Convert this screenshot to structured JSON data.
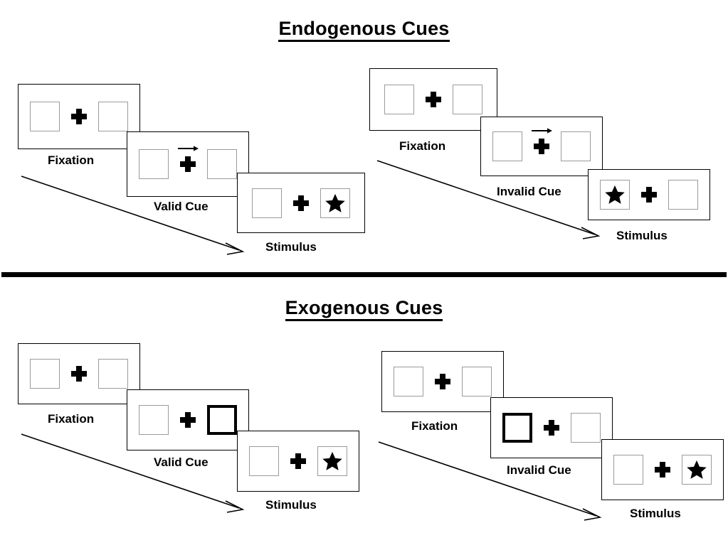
{
  "sections": [
    {
      "id": "endogenous",
      "title": "Endogenous Cues",
      "groups": [
        {
          "id": "endogenous-valid",
          "panels": [
            {
              "stage_label": "Fixation",
              "left_content": "empty",
              "right_content": "empty",
              "left_cued": false,
              "right_cued": false,
              "cue_arrow": "none"
            },
            {
              "stage_label": "Valid Cue",
              "left_content": "empty",
              "right_content": "empty",
              "left_cued": false,
              "right_cued": false,
              "cue_arrow": "right"
            },
            {
              "stage_label": "Stimulus",
              "left_content": "empty",
              "right_content": "star",
              "left_cued": false,
              "right_cued": false,
              "cue_arrow": "none"
            }
          ]
        },
        {
          "id": "endogenous-invalid",
          "panels": [
            {
              "stage_label": "Fixation",
              "left_content": "empty",
              "right_content": "empty",
              "left_cued": false,
              "right_cued": false,
              "cue_arrow": "none"
            },
            {
              "stage_label": "Invalid Cue",
              "left_content": "empty",
              "right_content": "empty",
              "left_cued": false,
              "right_cued": false,
              "cue_arrow": "right"
            },
            {
              "stage_label": "Stimulus",
              "left_content": "star",
              "right_content": "empty",
              "left_cued": false,
              "right_cued": false,
              "cue_arrow": "none"
            }
          ]
        }
      ]
    },
    {
      "id": "exogenous",
      "title": "Exogenous Cues",
      "groups": [
        {
          "id": "exogenous-valid",
          "panels": [
            {
              "stage_label": "Fixation",
              "left_content": "empty",
              "right_content": "empty",
              "left_cued": false,
              "right_cued": false,
              "cue_arrow": "none"
            },
            {
              "stage_label": "Valid Cue",
              "left_content": "empty",
              "right_content": "empty",
              "left_cued": false,
              "right_cued": true,
              "cue_arrow": "none"
            },
            {
              "stage_label": "Stimulus",
              "left_content": "empty",
              "right_content": "star",
              "left_cued": false,
              "right_cued": false,
              "cue_arrow": "none"
            }
          ]
        },
        {
          "id": "exogenous-invalid",
          "panels": [
            {
              "stage_label": "Fixation",
              "left_content": "empty",
              "right_content": "empty",
              "left_cued": false,
              "right_cued": false,
              "cue_arrow": "none"
            },
            {
              "stage_label": "Invalid Cue",
              "left_content": "empty",
              "right_content": "empty",
              "left_cued": true,
              "right_cued": false,
              "cue_arrow": "none"
            },
            {
              "stage_label": "Stimulus",
              "left_content": "empty",
              "right_content": "star",
              "left_cued": false,
              "right_cued": false,
              "cue_arrow": "none"
            }
          ]
        }
      ]
    }
  ],
  "colors": {
    "background": "#ffffff",
    "ink": "#000000",
    "box_border": "#9b9b9b",
    "cued_box_border": "#000000",
    "divider": "#000000"
  },
  "icons": {
    "fixation_cross": "plus-icon",
    "target": "star-icon",
    "cue": "arrow-right-icon",
    "time": "time-arrow-icon"
  }
}
